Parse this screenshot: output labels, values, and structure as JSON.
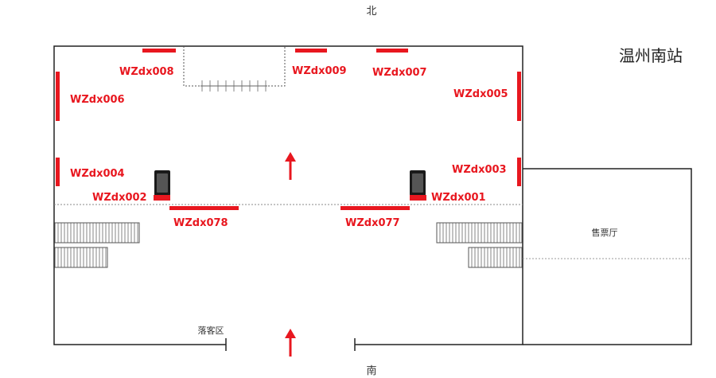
{
  "compass": {
    "north": "北",
    "south": "南"
  },
  "side_title": "温州南站",
  "rooms": {
    "ticket_hall": "售票厅",
    "drop_off": "落客区"
  },
  "colors": {
    "accent": "#e8171f",
    "wall": "#222222",
    "kiosk": "#1a1a1a"
  },
  "screens": [
    {
      "id": "WZdx008"
    },
    {
      "id": "WZdx009"
    },
    {
      "id": "WZdx007"
    },
    {
      "id": "WZdx006"
    },
    {
      "id": "WZdx005"
    },
    {
      "id": "WZdx004"
    },
    {
      "id": "WZdx003"
    },
    {
      "id": "WZdx002"
    },
    {
      "id": "WZdx001"
    },
    {
      "id": "WZdx078"
    },
    {
      "id": "WZdx077"
    }
  ],
  "arrows": [
    {
      "icon": "arrow-up-icon"
    },
    {
      "icon": "arrow-up-icon"
    }
  ]
}
